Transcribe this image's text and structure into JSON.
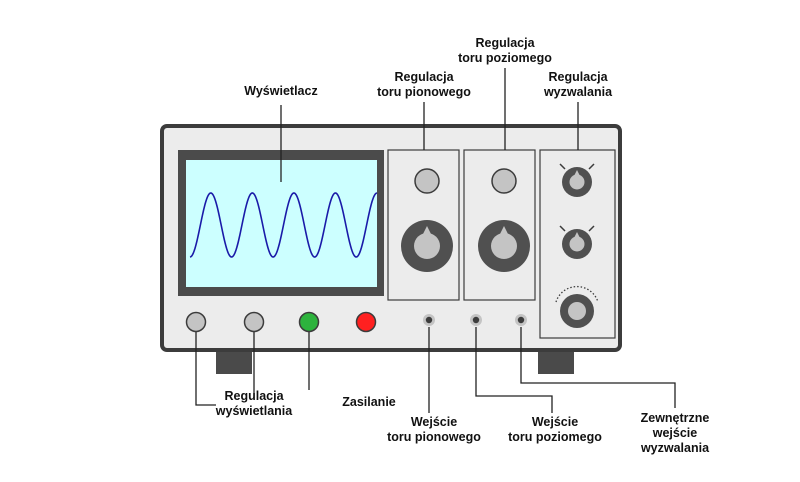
{
  "labels": {
    "display": "Wyświetlacz",
    "vertical_control": [
      "Regulacja",
      "toru pionowego"
    ],
    "horizontal_control": [
      "Regulacja",
      "toru poziomego"
    ],
    "trigger_control": [
      "Regulacja",
      "wyzwalania"
    ],
    "display_control": [
      "Regulacja",
      "wyświetlania"
    ],
    "power": "Zasilanie",
    "vertical_input": [
      "Wejście",
      "toru pionowego"
    ],
    "horizontal_input": [
      "Wejście",
      "toru poziomego"
    ],
    "external_trigger_input": [
      "Zewnętrzne",
      "wejście",
      "wyzwalania"
    ]
  },
  "colors": {
    "case_border": "#3c3c3c",
    "case_fill": "#ececec",
    "screen_frame": "#4b4b4b",
    "screen_fill": "#ccffff",
    "waveform": "#1a1aa8",
    "knob_dark": "#505050",
    "knob_light": "#c4c4c4",
    "power_button": "#ff2020",
    "green_button": "#2db33d",
    "leader_line": "#222222"
  }
}
